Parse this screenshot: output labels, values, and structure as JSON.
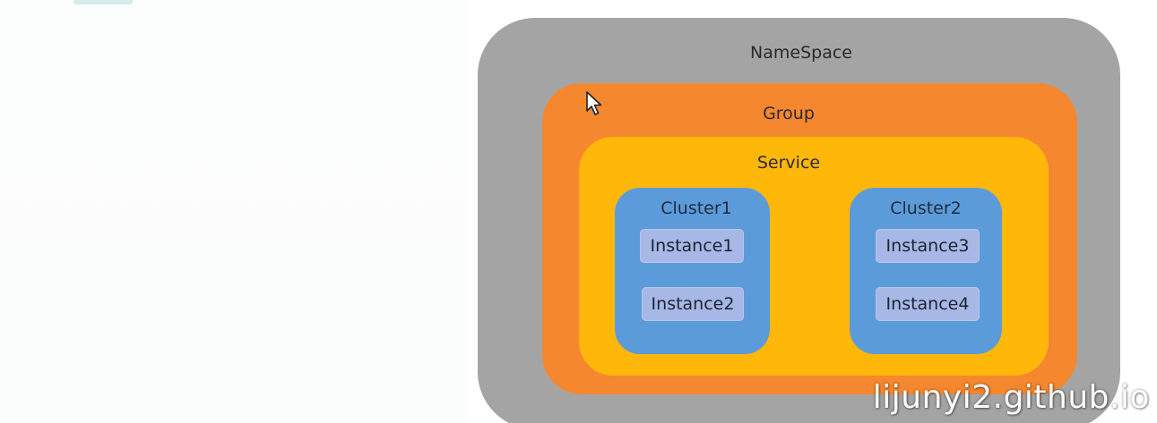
{
  "diagram": {
    "namespace": {
      "label": "NameSpace",
      "color": "#a4a4a4"
    },
    "group": {
      "label": "Group",
      "color": "#f5872f"
    },
    "service": {
      "label": "Service",
      "color": "#ffb70a"
    },
    "clusters": [
      {
        "label": "Cluster1",
        "color": "#5b9bd9",
        "instances": [
          "Instance1",
          "Instance2"
        ]
      },
      {
        "label": "Cluster2",
        "color": "#5b9bd9",
        "instances": [
          "Instance3",
          "Instance4"
        ]
      }
    ],
    "instance_color": "#a7b7e6"
  },
  "watermark": {
    "text": "lijunyi2.github.io"
  },
  "cursor": {
    "icon": "mouse-pointer-icon"
  }
}
